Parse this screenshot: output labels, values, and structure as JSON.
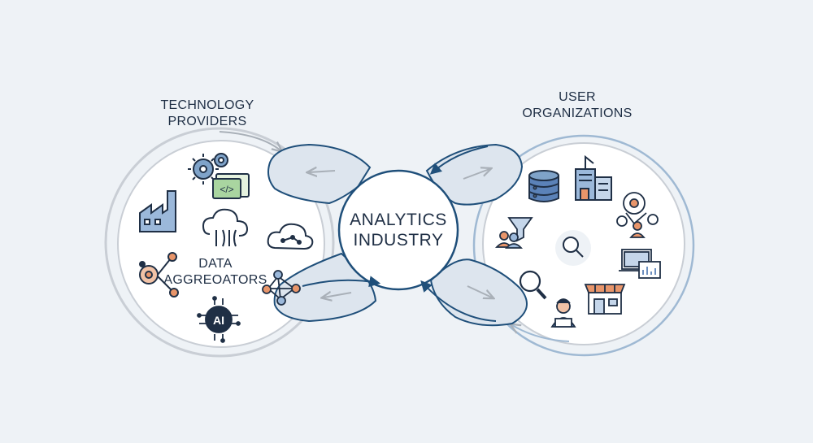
{
  "labels": {
    "left_title_line1": "TECHNOLOGY",
    "left_title_line2": "PROVIDERS",
    "right_title_line1": "USER",
    "right_title_line2": "ORGANIZATIONS",
    "center_line1": "ANALYTICS",
    "center_line2": "INDUSTRY",
    "aggregators_line1": "DATA",
    "aggregators_line2": "AGGREOATORS",
    "code_icon_text": "</>",
    "ai_chip_text": "AI"
  },
  "colors": {
    "background": "#eef2f6",
    "outline": "#1f4f7a",
    "ring": "#c9ced5",
    "ring_blue": "#9fb9d3",
    "ink": "#1f2f45",
    "flow_fill": "#dde5ee",
    "accent_orange": "#e8956a",
    "accent_blue": "#5b82b8",
    "accent_green": "#8fc79a"
  },
  "icons": {
    "left": [
      "gears-icon",
      "code-window-icon",
      "factory-icon",
      "data-cloud-icon",
      "cloud-network-icon",
      "network-hub-icon",
      "graph-network-icon",
      "ai-chip-icon"
    ],
    "right": [
      "database-icon",
      "office-building-icon",
      "settings-team-icon",
      "filter-users-icon",
      "magnifier-icon",
      "analytics-laptop-icon",
      "search-icon",
      "storefront-icon",
      "user-laptop-icon"
    ]
  }
}
